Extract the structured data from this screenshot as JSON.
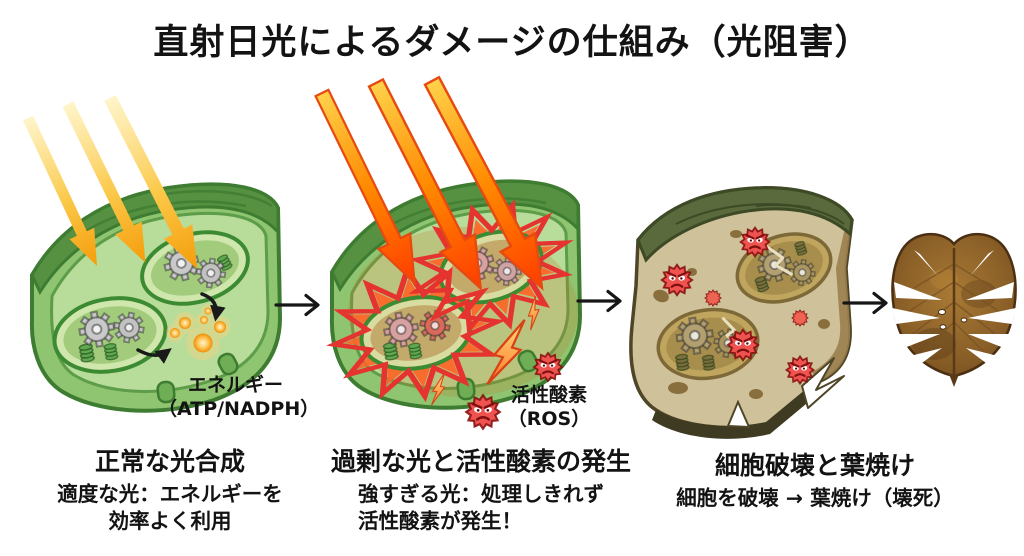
{
  "title": "直射日光によるダメージの仕組み（光阻害）",
  "stages": [
    {
      "name": "normal-photosynthesis",
      "caption_heading": "正常な光合成",
      "caption_lines": [
        "適度な光：エネルギーを",
        "効率よく利用"
      ],
      "annotation_lines": [
        "エネルギー",
        "（ATP/NADPH）"
      ]
    },
    {
      "name": "excess-light-and-ros",
      "caption_heading": "過剰な光と活性酸素の発生",
      "caption_lines": [
        "強すぎる光：処理しきれず",
        "活性酸素が発生！"
      ],
      "annotation_lines": [
        "活性酸素",
        "（ROS）"
      ]
    },
    {
      "name": "cell-destruction-and-leaf-scorch",
      "caption_heading": "細胞破壊と葉焼け",
      "caption_lines": [
        "細胞を破壊 → 葉焼け（壊死）"
      ],
      "annotation_lines": []
    },
    {
      "name": "withered-leaf",
      "caption_heading": "",
      "caption_lines": [],
      "annotation_lines": []
    }
  ],
  "icons": {
    "flow_arrow": "→",
    "sunlight_arrow": "diagonal-light-ray",
    "ros_particle": "angry-spiky-red-ball",
    "gear": "photosynthesis-machinery-gear",
    "lightning_bolt": "stress-bolt",
    "withered_leaf": "brown-monstera-leaf"
  },
  "colors": {
    "background": "#ffffff",
    "text": "#131313",
    "healthy_green": "#8fc571",
    "outline_green": "#3e7c31",
    "sunlight_yellow": "#f6a21a",
    "intense_orange": "#ff3c00",
    "ros_red": "#ef5350",
    "damaged_tan": "#cfc199",
    "damaged_olive": "#5a6a3c",
    "withered_brown": "#8a5f27"
  }
}
